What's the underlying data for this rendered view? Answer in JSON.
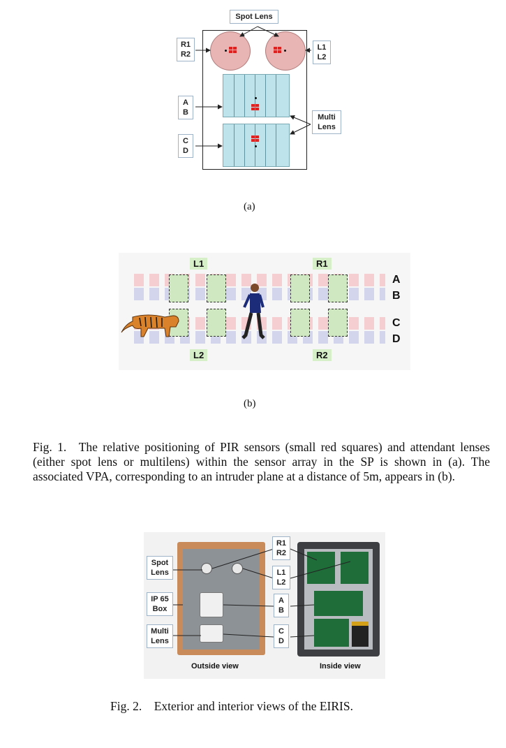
{
  "fig1": {
    "panel_a": {
      "spot_lens_label": "Spot Lens",
      "label_r1r2": [
        "R1",
        "R2"
      ],
      "label_l1l2": [
        "L1",
        "L2"
      ],
      "label_ab": [
        "A",
        "B"
      ],
      "label_cd": [
        "C",
        "D"
      ],
      "multi_lens_label": [
        "Multi",
        "Lens"
      ],
      "sublabel": "(a)"
    },
    "panel_b": {
      "top_tags": [
        "L1",
        "R1"
      ],
      "bottom_tags": [
        "L2",
        "R2"
      ],
      "row_labels": [
        "A",
        "B",
        "C",
        "D"
      ],
      "sublabel": "(b)"
    },
    "caption": "Fig. 1. The relative positioning of PIR sensors (small red squares) and attendant lenses (either spot lens or multilens) within the sensor array in the SP is shown in (a). The associated VPA, corresponding to an intruder plane at a distance of 5m, appears in (b).",
    "colors": {
      "spot_lens": "#e9b4b4",
      "multi_lens": "#bfe3ea",
      "pir_sensor": "#dd2222",
      "vpa_zone": "#cfe8c2"
    }
  },
  "fig2": {
    "left_labels": [
      [
        "Spot",
        "Lens"
      ],
      [
        "IP 65",
        "Box"
      ],
      [
        "Multi",
        "Lens"
      ]
    ],
    "mid_labels": [
      [
        "R1",
        "R2"
      ],
      [
        "L1",
        "L2"
      ],
      [
        "A",
        "B"
      ],
      [
        "C",
        "D"
      ]
    ],
    "outside_view": "Outside view",
    "inside_view": "Inside view",
    "caption": "Fig. 2. Exterior and interior views of the EIRIS."
  }
}
